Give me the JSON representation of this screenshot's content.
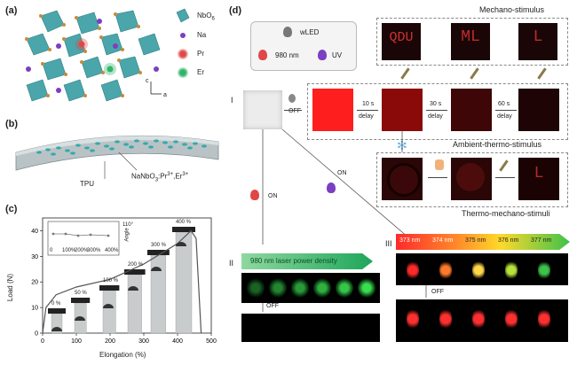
{
  "panels": {
    "a": "(a)",
    "b": "(b)",
    "c": "(c)",
    "d": "(d)"
  },
  "panel_a": {
    "legend": [
      {
        "label": "NbO",
        "sub": "6",
        "icon": "octahedron"
      },
      {
        "label": "Na",
        "color": "#7a3fc2"
      },
      {
        "label": "Pr",
        "color": "#e04848"
      },
      {
        "label": "Er",
        "color": "#2fb56a"
      }
    ],
    "axis_c": "c",
    "axis_a": "a"
  },
  "panel_b": {
    "tpu_label": "TPU",
    "composite_label": "NaNbO",
    "composite_sub": "3",
    "composite_rest": ":Pr",
    "pr_sup": "3+",
    "er_part": ",Er",
    "er_sup": "3+"
  },
  "panel_c": {
    "ylabel": "Load (N)",
    "xlabel": "Elongation (%)",
    "xticks": [
      "0",
      "100",
      "200",
      "300",
      "400",
      "500"
    ],
    "yticks": [
      "0",
      "10",
      "20",
      "30",
      "40"
    ],
    "inset_xticks": [
      "0",
      "100%",
      "200%",
      "300%",
      "400%"
    ],
    "inset_ylabel": "Angle",
    "inset_ytick": "110°",
    "bar_labels": [
      "0 %",
      "50 %",
      "100 %",
      "200 %",
      "300 %",
      "400 %"
    ]
  },
  "panel_d": {
    "legend": {
      "wled": "wLED",
      "nm980": "980 nm",
      "uv": "UV"
    },
    "roman": [
      "I",
      "II",
      "III"
    ],
    "mechano_title": "Mechano-stimulus",
    "ambient_title": "Ambient-thermo-stimulus",
    "thermo_mech_title": "Thermo-mechano-stimuli",
    "mech_letters": [
      "QDU",
      "ML",
      "L"
    ],
    "off": "OFF",
    "on": "ON",
    "delays": [
      {
        "time": "10 s",
        "word": "delay"
      },
      {
        "time": "30 s",
        "word": "delay"
      },
      {
        "time": "60 s",
        "word": "delay"
      }
    ],
    "power_bar": "980 nm laser power density",
    "wavelengths": [
      "373 nm",
      "374 nm",
      "375 nm",
      "376 nm",
      "377 nm"
    ]
  },
  "chart_data": {
    "type": "line",
    "title": "",
    "xlabel": "Elongation (%)",
    "ylabel": "Load (N)",
    "xlim": [
      0,
      500
    ],
    "ylim": [
      0,
      45
    ],
    "series": [
      {
        "x": [
          0,
          10,
          40,
          100,
          200,
          300,
          400,
          440,
          455,
          470
        ],
        "y": [
          0,
          10,
          15,
          18,
          21,
          27,
          35,
          40,
          37,
          0
        ]
      }
    ],
    "bar_labels": [
      "0 %",
      "50 %",
      "100 %",
      "200 %",
      "300 %",
      "400 %"
    ]
  },
  "colors": {
    "octahedron": "#4aa6aa",
    "na": "#7a3fc2",
    "pr": "#e04848",
    "er": "#2fb56a",
    "green_bar": "#2fb56a",
    "red_box": "#ff1e1e"
  }
}
